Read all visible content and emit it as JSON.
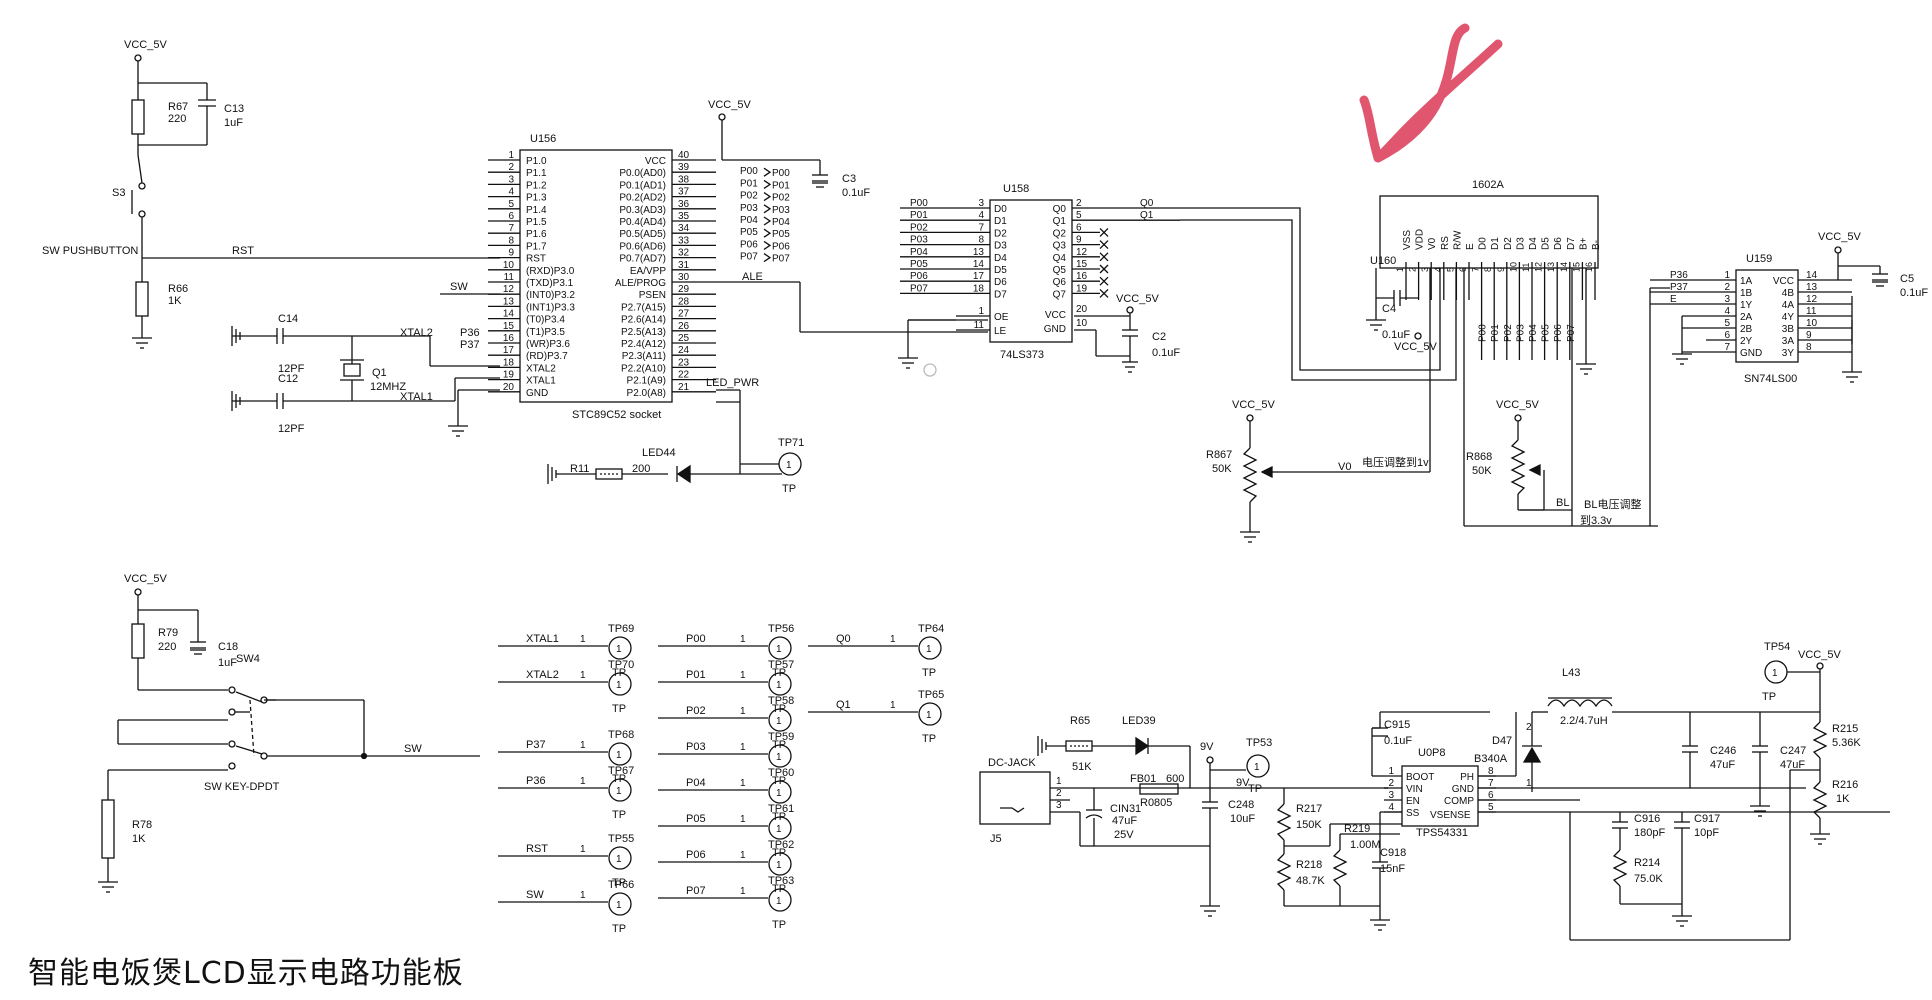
{
  "title": "智能电饭煲LCD显示电路功能板",
  "annotation_color": "#e0566f",
  "power": {
    "vcc": "VCC_5V",
    "v9": "9V"
  },
  "mcu": {
    "ref": "U156",
    "part": "STC89C52  socket",
    "left": [
      [
        "1",
        "P1.0"
      ],
      [
        "2",
        "P1.1"
      ],
      [
        "3",
        "P1.2"
      ],
      [
        "4",
        "P1.3"
      ],
      [
        "5",
        "P1.4"
      ],
      [
        "6",
        "P1.5"
      ],
      [
        "7",
        "P1.6"
      ],
      [
        "8",
        "P1.7"
      ],
      [
        "9",
        "RST"
      ],
      [
        "10",
        "(RXD)P3.0"
      ],
      [
        "11",
        "(TXD)P3.1"
      ],
      [
        "12",
        "(INT0)P3.2"
      ],
      [
        "13",
        "(INT1)P3.3"
      ],
      [
        "14",
        "(T0)P3.4"
      ],
      [
        "15",
        "(T1)P3.5"
      ],
      [
        "16",
        "(WR)P3.6"
      ],
      [
        "17",
        "(RD)P3.7"
      ],
      [
        "18",
        "XTAL2"
      ],
      [
        "19",
        "XTAL1"
      ],
      [
        "20",
        "GND"
      ]
    ],
    "right": [
      [
        "40",
        "VCC"
      ],
      [
        "39",
        "P0.0(AD0)"
      ],
      [
        "38",
        "P0.1(AD1)"
      ],
      [
        "37",
        "P0.2(AD2)"
      ],
      [
        "36",
        "P0.3(AD3)"
      ],
      [
        "35",
        "P0.4(AD4)"
      ],
      [
        "34",
        "P0.5(AD5)"
      ],
      [
        "33",
        "P0.6(AD6)"
      ],
      [
        "32",
        "P0.7(AD7)"
      ],
      [
        "31",
        "EA/VPP"
      ],
      [
        "30",
        "ALE/PROG"
      ],
      [
        "29",
        "PSEN"
      ],
      [
        "28",
        "P2.7(A15)"
      ],
      [
        "27",
        "P2.6(A14)"
      ],
      [
        "26",
        "P2.5(A13)"
      ],
      [
        "25",
        "P2.4(A12)"
      ],
      [
        "24",
        "P2.3(A11)"
      ],
      [
        "23",
        "P2.2(A10)"
      ],
      [
        "22",
        "P2.1(A9)"
      ],
      [
        "21",
        "P2.0(A8)"
      ]
    ],
    "port_nets": [
      "P00",
      "P01",
      "P02",
      "P03",
      "P04",
      "P05",
      "P06",
      "P07"
    ],
    "nets": {
      "rst": "RST",
      "sw": "SW",
      "p36": "P36",
      "p37": "P37",
      "xtal2": "XTAL2",
      "xtal1": "XTAL1",
      "ale": "ALE",
      "led_pwr": "LED_PWR"
    }
  },
  "latch": {
    "ref": "U158",
    "part": "74LS373",
    "inputs": [
      [
        "P00",
        "3",
        "D0"
      ],
      [
        "P01",
        "4",
        "D1"
      ],
      [
        "P02",
        "7",
        "D2"
      ],
      [
        "P03",
        "8",
        "D3"
      ],
      [
        "P04",
        "13",
        "D4"
      ],
      [
        "P05",
        "14",
        "D5"
      ],
      [
        "P06",
        "17",
        "D6"
      ],
      [
        "P07",
        "18",
        "D7"
      ]
    ],
    "outputs": [
      [
        "2",
        "Q0",
        "Q0"
      ],
      [
        "5",
        "Q1",
        "Q1"
      ],
      [
        "6",
        "Q2",
        ""
      ],
      [
        "9",
        "Q3",
        ""
      ],
      [
        "12",
        "Q4",
        ""
      ],
      [
        "15",
        "Q5",
        ""
      ],
      [
        "16",
        "Q6",
        ""
      ],
      [
        "19",
        "Q7",
        ""
      ]
    ],
    "oe": [
      "1",
      "OE"
    ],
    "le": [
      "11",
      "LE"
    ],
    "vcc": [
      "20",
      "VCC"
    ],
    "gnd": [
      "10",
      "GND"
    ]
  },
  "lcd": {
    "ref": "1602A",
    "pins": [
      "VSS",
      "VDD",
      "V0",
      "RS",
      "R/W",
      "E",
      "D0",
      "D1",
      "D2",
      "D3",
      "D4",
      "D5",
      "D6",
      "D7",
      "B+",
      "B-"
    ],
    "nets": [
      "P00",
      "P01",
      "P02",
      "P03",
      "P04",
      "P05",
      "P06",
      "P07"
    ]
  },
  "gate": {
    "ref": "U159",
    "part": "SN74LS00",
    "left": [
      [
        "1",
        "1A"
      ],
      [
        "2",
        "1B"
      ],
      [
        "3",
        "1Y"
      ],
      [
        "4",
        "2A"
      ],
      [
        "5",
        "2B"
      ],
      [
        "6",
        "2Y"
      ],
      [
        "7",
        "GND"
      ]
    ],
    "right": [
      [
        "14",
        "VCC"
      ],
      [
        "13",
        "4B"
      ],
      [
        "12",
        "4A"
      ],
      [
        "11",
        "4Y"
      ],
      [
        "10",
        "3B"
      ],
      [
        "9",
        "3A"
      ],
      [
        "8",
        "3Y"
      ]
    ],
    "in_nets": [
      "P36",
      "P37",
      "E"
    ]
  },
  "parts": {
    "r67": [
      "R67",
      "220"
    ],
    "c13": [
      "C13",
      "1uF"
    ],
    "s3": "S3",
    "sw_push": "SW PUSHBUTTON",
    "r66": [
      "R66",
      "1K"
    ],
    "c14": [
      "C14",
      "12PF"
    ],
    "c12": [
      "C12",
      "12PF"
    ],
    "q1": [
      "Q1",
      "12MHZ"
    ],
    "c3": [
      "C3",
      "0.1uF"
    ],
    "c2": [
      "C2",
      "0.1uF"
    ],
    "c4": [
      "C4",
      "0.1uF"
    ],
    "c5": [
      "C5",
      "0.1uF"
    ],
    "u160": "U160",
    "r11": [
      "R11",
      "200"
    ],
    "led44": "LED44",
    "tp71": "TP71",
    "r867": [
      "R867",
      "50K"
    ],
    "r868": [
      "R868",
      "50K"
    ],
    "v0_note": "电压调整到1v",
    "v0_net": "V0",
    "bl_net": "BL",
    "bl_note1": "BL电压调整",
    "bl_note2": "到3.3v",
    "r79": [
      "R79",
      "220"
    ],
    "c18": [
      "C18",
      "1uF"
    ],
    "sw4": "SW4",
    "sw_dpdt": "SW KEY-DPDT",
    "r78": [
      "R78",
      "1K"
    ],
    "sw_net": "SW"
  },
  "testpoints": [
    [
      "TP69",
      "XTAL1"
    ],
    [
      "TP70",
      "XTAL2"
    ],
    [
      "TP68",
      "P37"
    ],
    [
      "TP67",
      "P36"
    ],
    [
      "TP55",
      "RST"
    ],
    [
      "TP66",
      "SW"
    ],
    [
      "TP56",
      "P00"
    ],
    [
      "TP57",
      "P01"
    ],
    [
      "TP58",
      "P02"
    ],
    [
      "TP59",
      "P03"
    ],
    [
      "TP60",
      "P04"
    ],
    [
      "TP61",
      "P05"
    ],
    [
      "TP62",
      "P06"
    ],
    [
      "TP63",
      "P07"
    ],
    [
      "TP64",
      "Q0"
    ],
    [
      "TP65",
      "Q1"
    ]
  ],
  "tp_pin": "1",
  "tp_label": "TP",
  "regulator": {
    "ref": "U0P8",
    "part": "TPS54331",
    "left": [
      [
        "1",
        "BOOT"
      ],
      [
        "2",
        "VIN"
      ],
      [
        "3",
        "EN"
      ],
      [
        "4",
        "SS"
      ]
    ],
    "left_aux": "VSENSE",
    "right": [
      [
        "8",
        "PH"
      ],
      [
        "7",
        "GND"
      ],
      [
        "6",
        "COMP"
      ],
      [
        "5",
        ""
      ]
    ],
    "jack": [
      "DC-JACK",
      "J5"
    ],
    "r65": [
      "R65",
      "51K"
    ],
    "led39": "LED39",
    "fb01": [
      "FB01",
      "600",
      "R0805"
    ],
    "tp53": "TP53",
    "cin31": [
      "CIN31",
      "47uF",
      "25V"
    ],
    "c248": [
      "C248",
      "10uF"
    ],
    "c915": [
      "C915",
      "0.1uF"
    ],
    "d47": [
      "D47",
      "B340A"
    ],
    "l43": [
      "L43",
      "2.2/4.7uH"
    ],
    "tp54": "TP54",
    "c246": [
      "C246",
      "47uF"
    ],
    "c247": [
      "C247",
      "47uF"
    ],
    "r215": [
      "R215",
      "5.36K"
    ],
    "r216": [
      "R216",
      "1K"
    ],
    "r217": [
      "R217",
      "150K"
    ],
    "r218": [
      "R218",
      "48.7K"
    ],
    "r219": [
      "R219",
      "1.00M"
    ],
    "c918": [
      "C918",
      "15nF"
    ],
    "c916": [
      "C916",
      "180pF"
    ],
    "r214": [
      "R214",
      "75.0K"
    ],
    "c917": [
      "C917",
      "10pF"
    ]
  }
}
